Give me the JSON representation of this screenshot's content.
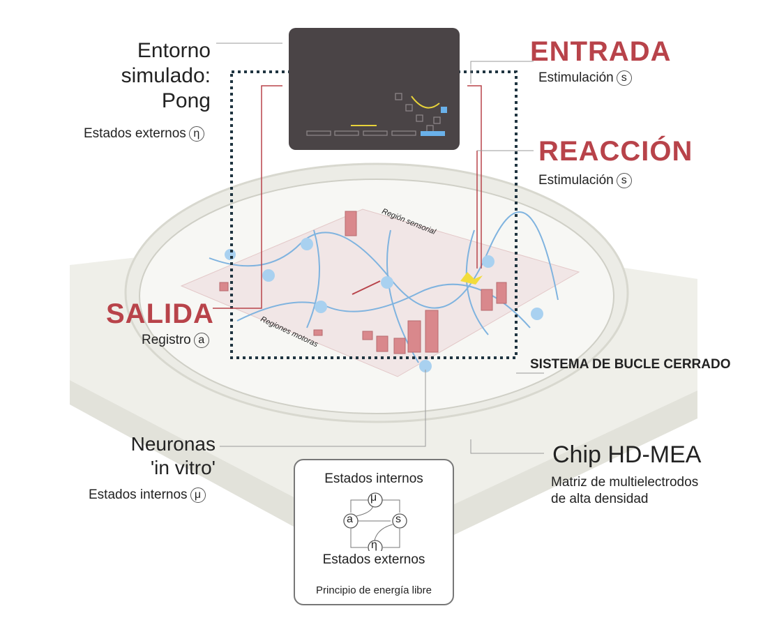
{
  "environment": {
    "title_line1": "Entorno",
    "title_line2": "simulado:",
    "title_line3": "Pong",
    "states": "Estados externos",
    "symbol": "η"
  },
  "input": {
    "title": "ENTRADA",
    "label": "Estimulación",
    "symbol": "s"
  },
  "reaction": {
    "title": "REACCIÓN",
    "label": "Estimulación",
    "symbol": "s"
  },
  "output": {
    "title": "SALIDA",
    "label": "Registro",
    "symbol": "a"
  },
  "loop": {
    "label": "SISTEMA DE BUCLE CERRADO"
  },
  "neurons": {
    "line1": "Neuronas",
    "line2": "'in vitro'",
    "states": "Estados internos",
    "symbol": "μ"
  },
  "chip": {
    "title": "Chip HD-MEA",
    "desc_line1": "Matriz de multielectrodos",
    "desc_line2": "de alta densidad"
  },
  "regions": {
    "sensory": "Región sensorial",
    "motor": "Regiones motoras"
  },
  "inset": {
    "internal": "Estados internos",
    "external": "Estados externos",
    "principle": "Principio de energía libre",
    "mu": "μ",
    "a": "a",
    "s": "s",
    "eta": "η"
  },
  "colors": {
    "accent": "#b8434a",
    "screen": "#4a4446",
    "neuron": "#8ec3ec",
    "bar": "#d9888c"
  }
}
